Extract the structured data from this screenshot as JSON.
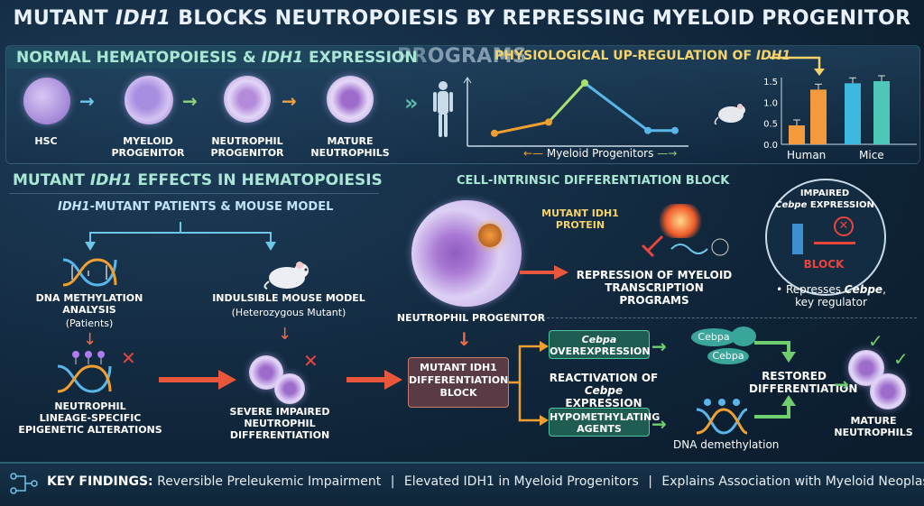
{
  "title": {
    "part1": "MUTANT ",
    "gene": "IDH1",
    "part2": " BLOCKS NEUTROPOIESIS BY REPRESSING MYELOID PROGENITOR PROGRAMS"
  },
  "normal": {
    "heading_part1": "NORMAL HEMATOPOIESIS & ",
    "heading_gene": "IDH1",
    "heading_part2": " EXPRESSION",
    "stages": [
      {
        "label": "HSC"
      },
      {
        "label": "MYELOID\nPROGENITOR"
      },
      {
        "label": "NEUTROPHIL\nPROGENITOR"
      },
      {
        "label": "MATURE\nNEUTROPHILS"
      }
    ]
  },
  "upreg": {
    "title_part1": "PHYSIOLOGICAL UP-REGULATION OF ",
    "title_gene": "IDH1",
    "line_xlabel": "Myeloid Progenitors",
    "bar_categories": [
      "Human",
      "Mice"
    ]
  },
  "chart_data": [
    {
      "type": "line",
      "xlabel": "Myeloid Progenitors",
      "values": [
        0.1,
        0.3,
        1.0,
        0.15,
        0.15
      ],
      "colors": [
        "#f0a030",
        "#f0a030",
        "#a8e070",
        "#5ab6e8",
        "#5ab6e8"
      ]
    },
    {
      "type": "bar",
      "categories": [
        "Human",
        "Mice"
      ],
      "series": [
        {
          "values": [
            0.45,
            1.45
          ],
          "colors": [
            "#f39a3c",
            "#3db9e0"
          ]
        },
        {
          "values": [
            1.3,
            1.5
          ],
          "colors": [
            "#f39a3c",
            "#4cc7b8"
          ]
        }
      ],
      "ylim": [
        0,
        1.5
      ],
      "yticks": [
        "0.0",
        "0.5",
        "1.0",
        "1.5"
      ]
    }
  ],
  "mutant": {
    "heading_part1": "MUTANT ",
    "heading_gene": "IDH1",
    "heading_part2": " EFFECTS IN HEMATOPOIESIS",
    "sub_gene": "IDH1",
    "sub_rest": "-MUTANT PATIENTS & MOUSE MODEL",
    "dna_label": "DNA METHYLATION\nANALYSIS",
    "dna_sub": "(Patients)",
    "mouse_label": "INDULSIBLE MOUSE MODEL",
    "mouse_sub": "(Heterozygous Mutant)",
    "epi_label": "NEUTROPHIL\nLINEAGE-SPECIFIC\nEPIGENETIC ALTERATIONS",
    "impaired_label": "SEVERE IMPAIRED\nNEUTROPHIL\nDIFFERENTIATION"
  },
  "block": {
    "heading": "CELL-INTRINSIC DIFFERENTIATION BLOCK",
    "protein_label": "MUTANT IDH1\nPROTEIN",
    "progenitor_label": "NEUTROPHIL PROGENITOR",
    "repression_label": "REPRESSION OF MYELOID\nTRANSCRIPTION PROGRAMS",
    "impaired_title": "IMPAIRED",
    "impaired_gene": "Cebpe",
    "impaired_rest": " EXPRESSION",
    "block_word": "BLOCK",
    "represses_text": "• Represses ",
    "represses_gene": "Cebpe",
    "represses_rest": ",\nkey regulator",
    "diff_block": "MUTANT IDH1\nDIFFERENTIATION\nBLOCK",
    "cebpa_box_gene": "Cebpa",
    "cebpa_box_rest": "OVEREXPRESSION",
    "reactivation_line1": "REACTIVATION OF",
    "reactivation_gene": "Cebpe",
    "reactivation_rest": " EXPRESSION",
    "hypomethylating": "HYPOMETHYLATING\nAGENTS",
    "demethylation": "DNA demethylation",
    "cebpa_bubble1": "Cebpa",
    "cebpa_bubble2": "Cebpa",
    "restored": "RESTORED\nDIFFERENTIATION",
    "mature": "MATURE\nNEUTROPHILS"
  },
  "findings": {
    "label": "KEY FINDINGS:",
    "item1": "Reversible Preleukemic Impairment",
    "item2": "Elevated IDH1 in Myeloid Progenitors",
    "item3": "Explains Association with Myeloid Neoplasms",
    "separator": "|"
  },
  "colors": {
    "accent_teal": "#a9e7d4",
    "accent_gold": "#f4d36b",
    "block_red": "#e8453c",
    "green": "#6fcf6f"
  }
}
